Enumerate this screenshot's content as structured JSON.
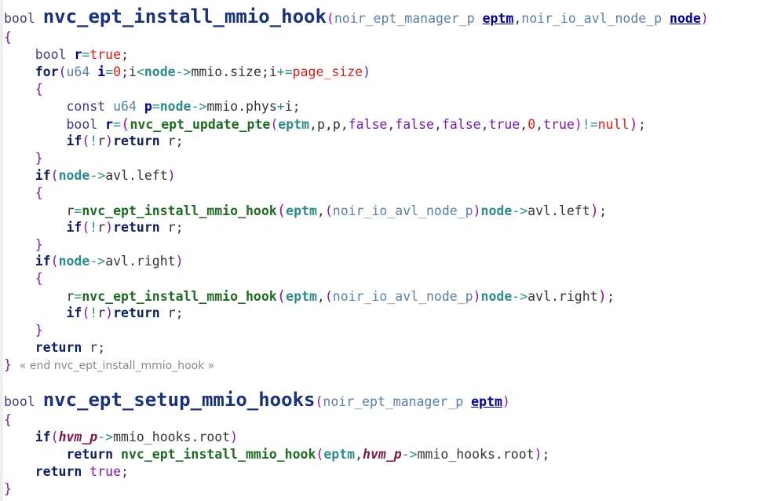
{
  "sig1": {
    "ret": "bool",
    "name": "nvc_ept_install_mmio_hook",
    "p1_type": "noir_ept_manager_p",
    "p1_name": "eptm",
    "p2_type": "noir_io_avl_node_p",
    "p2_name": "node"
  },
  "l2": {
    "ty": "bool",
    "nm": "r",
    "val": "true"
  },
  "l3": {
    "kw": "for",
    "ty": "u64",
    "iv": "i",
    "zero": "0",
    "cond_a": "i",
    "cond_b": "node",
    "cond_c": "mmio.size",
    "inc_a": "i",
    "psize": "page_size"
  },
  "l5": {
    "kw": "const",
    "ty": "u64",
    "nm": "p",
    "node": "node",
    "field": "mmio.phys",
    "plus_i": "i"
  },
  "l6": {
    "ty": "bool",
    "nm": "r",
    "fn": "nvc_ept_update_pte",
    "a1": "eptm",
    "a2": "p",
    "a3": "p",
    "a4": "false",
    "a5": "false",
    "a6": "false",
    "a7": "true",
    "a8": "0",
    "a9": "true",
    "nul": "null"
  },
  "l7": {
    "kw": "if",
    "r": "r",
    "ret": "return",
    "r2": "r"
  },
  "l9": {
    "kw": "if",
    "node": "node",
    "field": "avl.left"
  },
  "l11": {
    "r": "r",
    "fn": "nvc_ept_install_mmio_hook",
    "a1": "eptm",
    "cast": "noir_io_avl_node_p",
    "node": "node",
    "field": "avl.left"
  },
  "l12": {
    "kw": "if",
    "r": "r",
    "ret": "return",
    "r2": "r"
  },
  "l14": {
    "kw": "if",
    "node": "node",
    "field": "avl.right"
  },
  "l16": {
    "r": "r",
    "fn": "nvc_ept_install_mmio_hook",
    "a1": "eptm",
    "cast": "noir_io_avl_node_p",
    "node": "node",
    "field": "avl.right"
  },
  "l17": {
    "kw": "if",
    "r": "r",
    "ret": "return",
    "r2": "r"
  },
  "l19": {
    "ret": "return",
    "r": "r"
  },
  "l20": {
    "comment": "« end nvc_ept_install_mmio_hook »"
  },
  "sig2": {
    "ret": "bool",
    "name": "nvc_ept_setup_mmio_hooks",
    "p1_type": "noir_ept_manager_p",
    "p1_name": "eptm"
  },
  "l24": {
    "kw": "if",
    "var": "hvm_p",
    "field": "mmio_hooks.root"
  },
  "l25": {
    "ret": "return",
    "fn": "nvc_ept_install_mmio_hook",
    "a1": "eptm",
    "var": "hvm_p",
    "field": "mmio_hooks.root"
  },
  "l26": {
    "ret": "return",
    "val": "true"
  }
}
